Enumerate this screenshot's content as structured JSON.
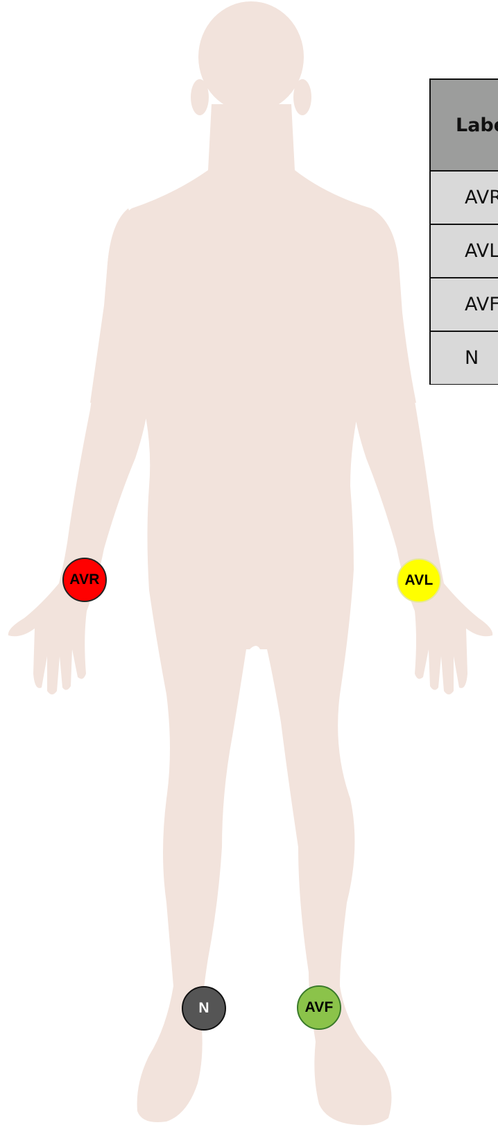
{
  "table": {
    "header": "Label",
    "rows": [
      "AVR",
      "AVL",
      "AVF",
      "N"
    ]
  },
  "electrodes": {
    "avr": {
      "label": "AVR",
      "color": "#ff0000"
    },
    "avl": {
      "label": "AVL",
      "color": "#ffff00"
    },
    "n": {
      "label": "N",
      "color": "#555555"
    },
    "avf": {
      "label": "AVF",
      "color": "#8bc34a"
    }
  },
  "colors": {
    "skin": "#f2e3dc",
    "table_header": "#9c9d9c",
    "table_cell": "#d9d9d9"
  }
}
